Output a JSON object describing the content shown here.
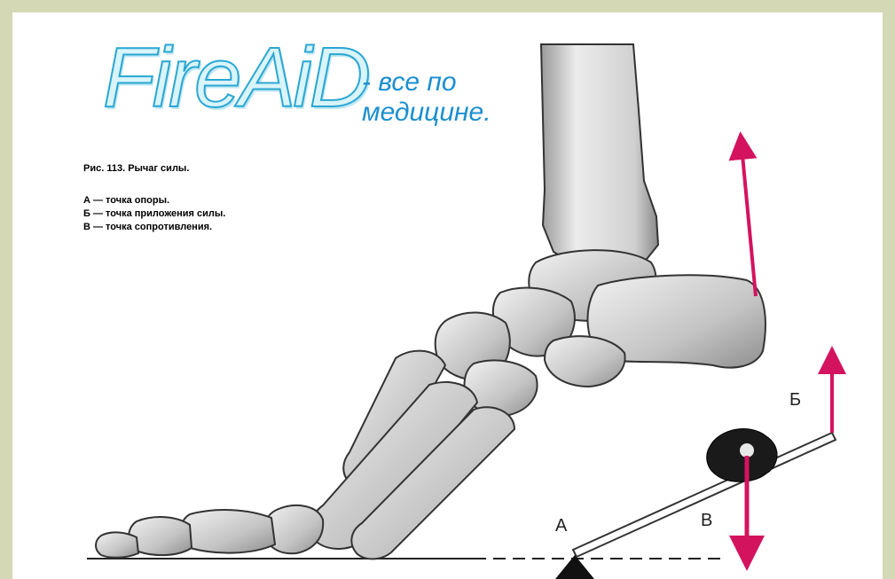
{
  "logo": {
    "text": "FireAiD"
  },
  "tagline": {
    "line1": "- все по",
    "line2": "медицине."
  },
  "caption": "Рис. 113. Рычаг силы.",
  "legend": [
    "А — точка опоры.",
    "Б — точка приложения силы.",
    "В — точка сопротивления."
  ],
  "labels": {
    "a": "А",
    "b": "Б",
    "v": "В"
  },
  "colors": {
    "frame": "#d4d8b4",
    "arrow": "#d4135f",
    "bone": "#c9c9c9",
    "logo_stroke": "#2aa7d2",
    "tagline": "#1b8fd0"
  }
}
